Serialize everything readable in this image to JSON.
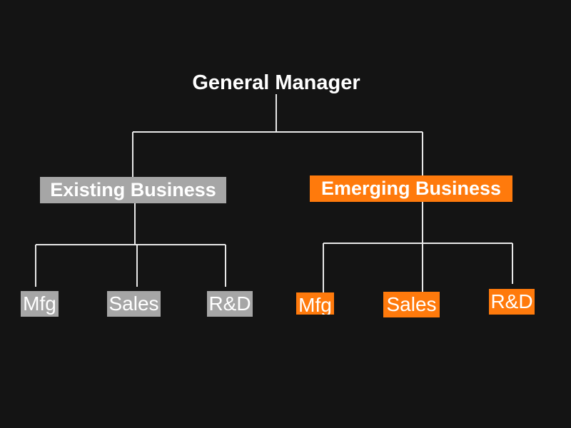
{
  "root": {
    "label": "General Manager"
  },
  "divisions": [
    {
      "label": "Existing Business",
      "color": "#a6a6a6",
      "departments": [
        {
          "label": "Mfg"
        },
        {
          "label": "Sales"
        },
        {
          "label": "R&D"
        }
      ]
    },
    {
      "label": "Emerging Business",
      "color": "#ff7a0c",
      "departments": [
        {
          "label": "Mfg"
        },
        {
          "label": "Sales"
        },
        {
          "label": "R&D"
        }
      ]
    }
  ],
  "colors": {
    "background": "#141414",
    "connector": "#e8e8e8",
    "text": "#ffffff"
  }
}
